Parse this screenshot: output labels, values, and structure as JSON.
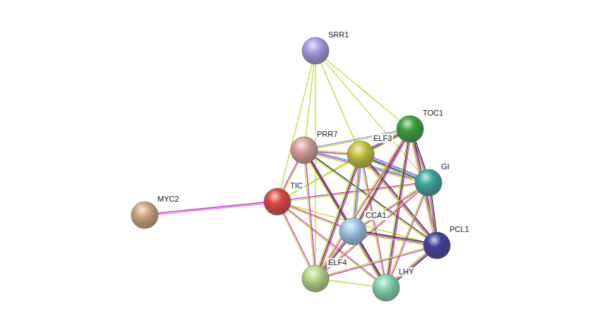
{
  "diagram": {
    "nodes": [
      {
        "text": [
          "SRR1"
        ]
      },
      {
        "text": [
          "TOC1"
        ]
      },
      {
        "text": [
          "PRR7"
        ]
      },
      {
        "text": [
          "ELF3"
        ]
      },
      {
        "text": [
          "GI"
        ]
      },
      {
        "text": [
          "TIC"
        ]
      },
      {
        "text": [
          "MYC2"
        ]
      },
      {
        "text": [
          "CCA1"
        ]
      },
      {
        "text": [
          "PCL1"
        ]
      },
      {
        "text": [
          "ELF4"
        ]
      },
      {
        "text": [
          "LHY"
        ]
      }
    ],
    "edges": [
      {
        "from": 0,
        "to": 2,
        "arrow": "none"
      },
      {
        "from": 0,
        "to": 5,
        "arrow": "none"
      },
      {
        "from": 0,
        "to": 9,
        "arrow": "none"
      },
      {
        "from": 0,
        "to": 1,
        "arrow": "none"
      },
      {
        "from": 0,
        "to": 4,
        "arrow": "none"
      },
      {
        "from": 0,
        "to": 3,
        "arrow": "none"
      },
      {
        "from": 6,
        "to": 5,
        "arrow": "none"
      },
      {
        "from": 5,
        "to": 2,
        "arrow": "none"
      },
      {
        "from": 5,
        "to": 3,
        "arrow": "none"
      },
      {
        "from": 5,
        "to": 1,
        "arrow": "none"
      },
      {
        "from": 5,
        "to": 4,
        "arrow": "none"
      },
      {
        "from": 5,
        "to": 7,
        "arrow": "none"
      },
      {
        "from": 5,
        "to": 8,
        "arrow": "none"
      },
      {
        "from": 5,
        "to": 9,
        "arrow": "none"
      },
      {
        "from": 5,
        "to": 10,
        "arrow": "none"
      },
      {
        "from": 2,
        "to": 3,
        "arrow": "none"
      },
      {
        "from": 2,
        "to": 1,
        "arrow": "none"
      },
      {
        "from": 2,
        "to": 4,
        "arrow": "none"
      },
      {
        "from": 2,
        "to": 7,
        "arrow": "none"
      },
      {
        "from": 2,
        "to": 8,
        "arrow": "none"
      },
      {
        "from": 2,
        "to": 9,
        "arrow": "none"
      },
      {
        "from": 2,
        "to": 10,
        "arrow": "none"
      },
      {
        "from": 3,
        "to": 1,
        "arrow": "none"
      },
      {
        "from": 3,
        "to": 4,
        "arrow": "none"
      },
      {
        "from": 3,
        "to": 7,
        "arrow": "none"
      },
      {
        "from": 3,
        "to": 8,
        "arrow": "none"
      },
      {
        "from": 3,
        "to": 9,
        "arrow": "none"
      },
      {
        "from": 3,
        "to": 10,
        "arrow": "none"
      },
      {
        "from": 1,
        "to": 4,
        "arrow": "none"
      },
      {
        "from": 1,
        "to": 7,
        "arrow": "none"
      },
      {
        "from": 1,
        "to": 8,
        "arrow": "none"
      },
      {
        "from": 1,
        "to": 9,
        "arrow": "none"
      },
      {
        "from": 1,
        "to": 10,
        "arrow": "none"
      },
      {
        "from": 4,
        "to": 7,
        "arrow": "none"
      },
      {
        "from": 4,
        "to": 8,
        "arrow": "none"
      },
      {
        "from": 4,
        "to": 9,
        "arrow": "none"
      },
      {
        "from": 4,
        "to": 10,
        "arrow": "none"
      },
      {
        "from": 7,
        "to": 8,
        "arrow": "none"
      },
      {
        "from": 7,
        "to": 9,
        "arrow": "none"
      },
      {
        "from": 7,
        "to": 10,
        "arrow": "none"
      },
      {
        "from": 8,
        "to": 9,
        "arrow": "none"
      },
      {
        "from": 8,
        "to": 10,
        "arrow": "none"
      },
      {
        "from": 9,
        "to": 10,
        "arrow": "none"
      }
    ]
  }
}
